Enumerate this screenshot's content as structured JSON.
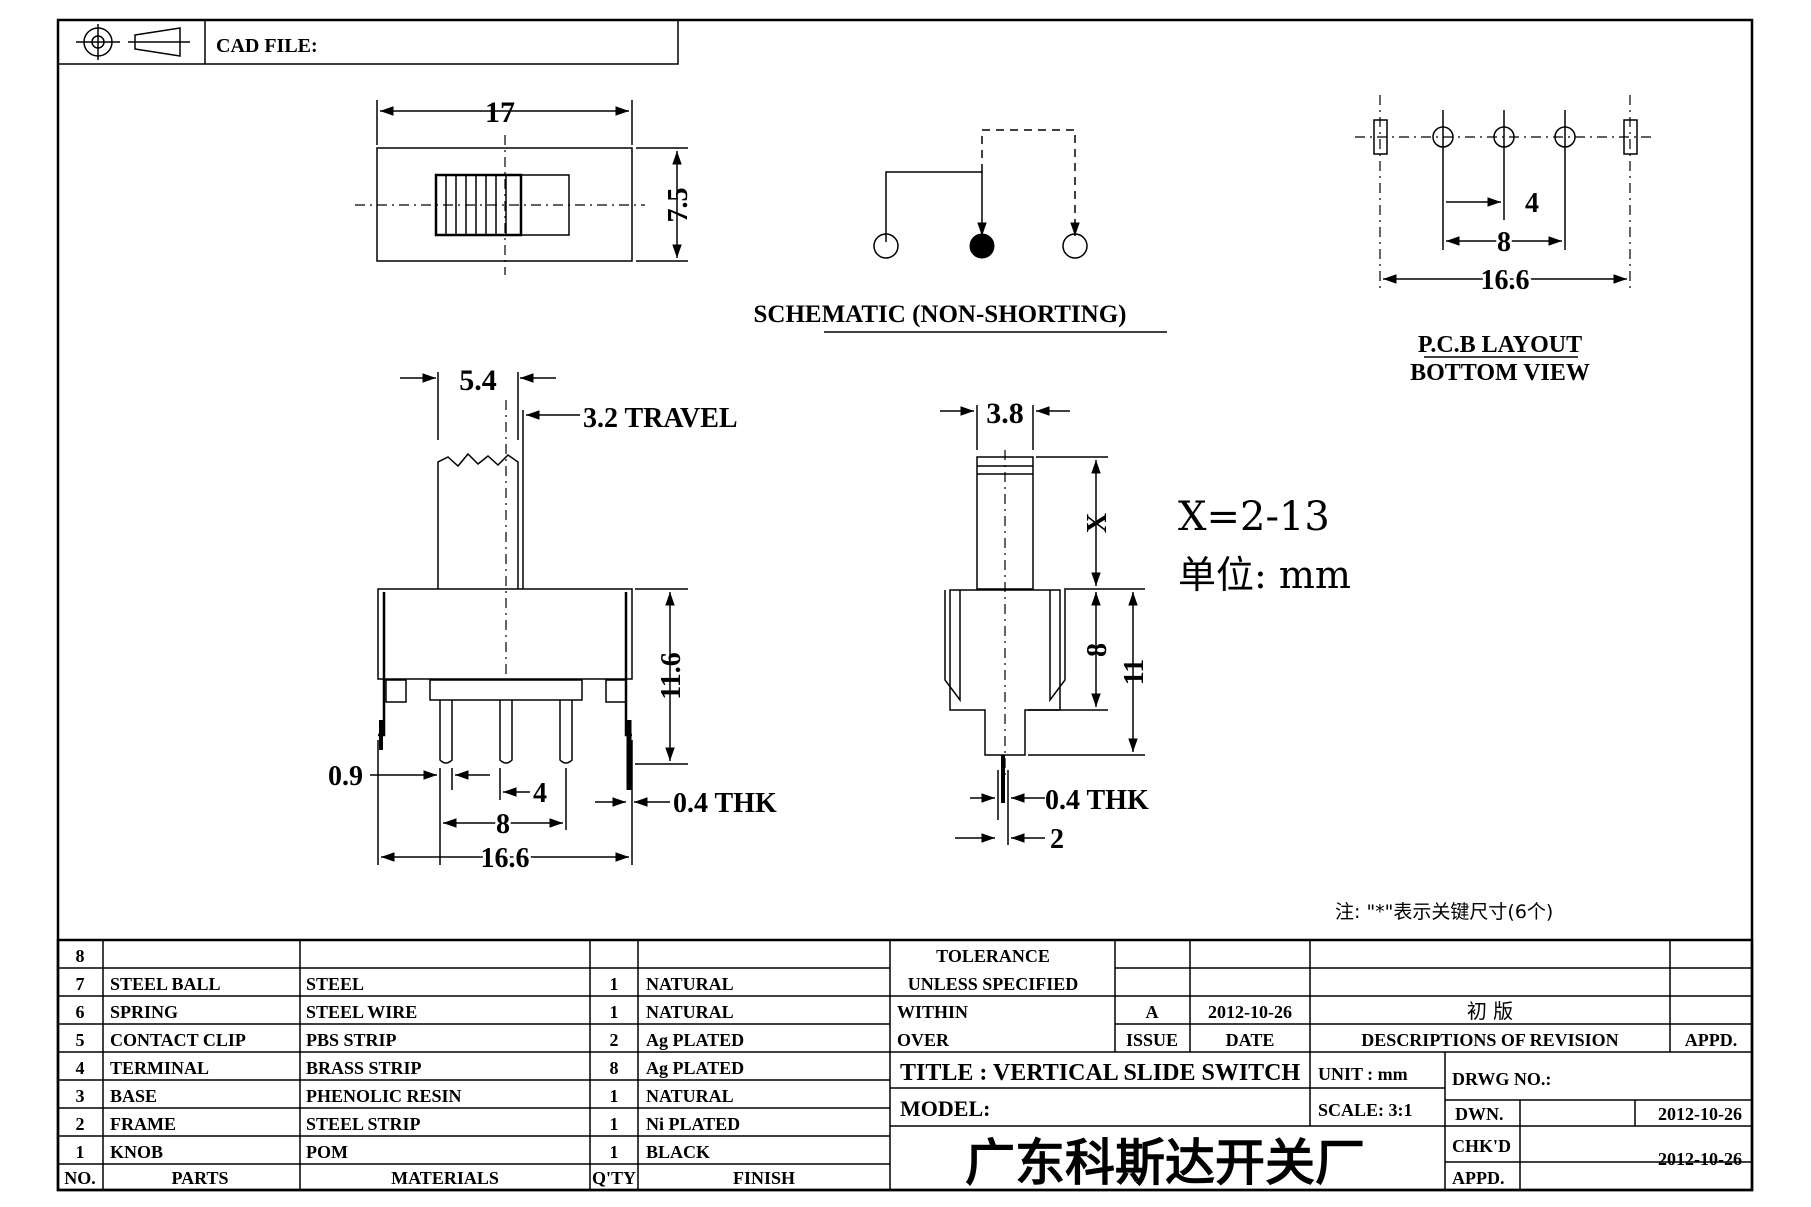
{
  "header": {
    "cad_file_label": "CAD FILE:",
    "projection_symbol": "third-angle-projection-icon"
  },
  "top_view": {
    "width": "17",
    "height": "7.5"
  },
  "schematic": {
    "label": "SCHEMATIC (NON-SHORTING)"
  },
  "pcb_layout": {
    "dims": [
      "4",
      "8",
      "16.6"
    ],
    "label_line1": "P.C.B LAYOUT",
    "label_line2": "BOTTOM VIEW"
  },
  "front_view": {
    "knob_width": "5.4",
    "travel": "3.2 TRAVEL",
    "height": "11.6",
    "pin_width": "0.9",
    "pitch": "4",
    "span": "8",
    "overall": "16.6",
    "thickness": "0.4 THK"
  },
  "side_view": {
    "knob_width": "3.8",
    "knob_height": "X",
    "body_height": "8",
    "overall_height": "11",
    "thickness": "0.4 THK",
    "pin_offset": "2",
    "x_range": "X=2-13",
    "unit_note": "单位: mm"
  },
  "note": "注: \"*\"表示关键尺寸(6个)",
  "bom": {
    "rows": [
      {
        "no": "8",
        "part": "",
        "material": "",
        "qty": "",
        "finish": ""
      },
      {
        "no": "7",
        "part": "STEEL BALL",
        "material": "STEEL",
        "qty": "1",
        "finish": "NATURAL"
      },
      {
        "no": "6",
        "part": "SPRING",
        "material": "STEEL WIRE",
        "qty": "1",
        "finish": "NATURAL"
      },
      {
        "no": "5",
        "part": "CONTACT CLIP",
        "material": "PBS STRIP",
        "qty": "2",
        "finish": "Ag PLATED"
      },
      {
        "no": "4",
        "part": "TERMINAL",
        "material": "BRASS STRIP",
        "qty": "8",
        "finish": "Ag PLATED"
      },
      {
        "no": "3",
        "part": "BASE",
        "material": "PHENOLIC RESIN",
        "qty": "1",
        "finish": "NATURAL"
      },
      {
        "no": "2",
        "part": "FRAME",
        "material": "STEEL STRIP",
        "qty": "1",
        "finish": "Ni PLATED"
      },
      {
        "no": "1",
        "part": "KNOB",
        "material": "POM",
        "qty": "1",
        "finish": "BLACK"
      }
    ],
    "headers": {
      "no": "NO.",
      "part": "PARTS",
      "material": "MATERIALS",
      "qty": "Q'TY",
      "finish": "FINISH"
    }
  },
  "title_block": {
    "tolerance": "TOLERANCE",
    "unless": "UNLESS  SPECIFIED",
    "within": "WITHIN",
    "over": "OVER",
    "rev_issue": "A",
    "rev_date": "2012-10-26",
    "rev_desc": "初  版",
    "issue_label": "ISSUE",
    "date_label": "DATE",
    "desc_label": "DESCRIPTIONS OF REVISION",
    "appd_label": "APPD.",
    "title": "TITLE :  VERTICAL SLIDE SWITCH",
    "unit": "UNIT :  mm",
    "drwg_no": "DRWG NO.:",
    "model": "MODEL:",
    "scale": "SCALE:  3:1",
    "dwn_label": "DWN.",
    "dwn_date": "2012-10-26",
    "chkd_label": "CHK'D",
    "chkd_date": "2012-10-26",
    "appd2_label": "APPD.",
    "company": "广东科斯达开关厂"
  }
}
